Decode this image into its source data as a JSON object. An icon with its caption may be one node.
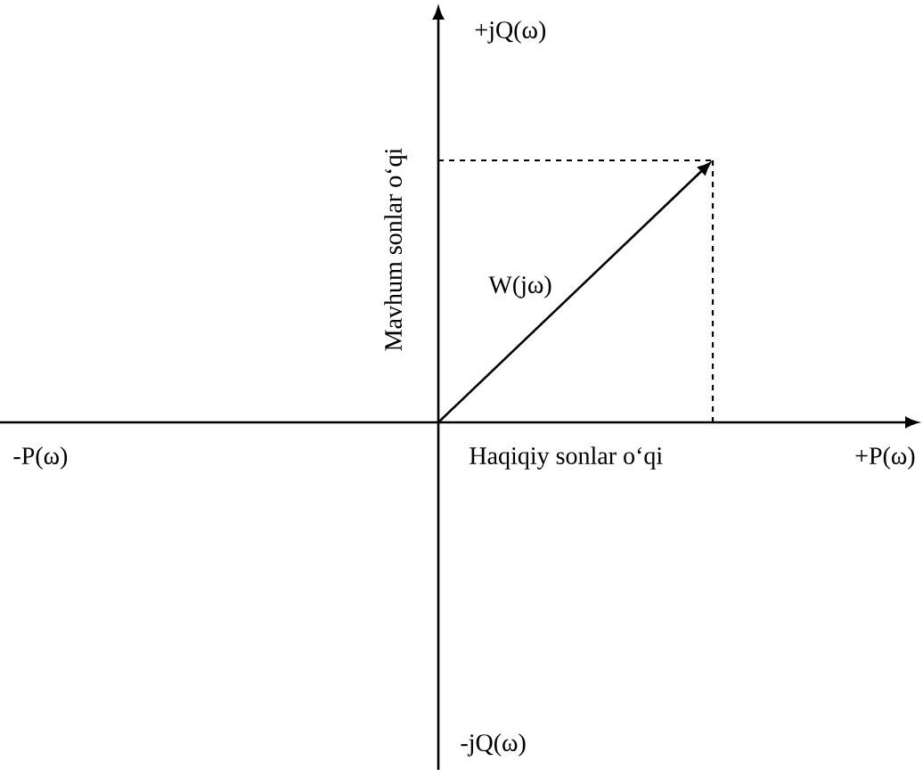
{
  "diagram": {
    "labels": [
      "+jQ(ω)",
      "Mavhum sonlar o‘qi",
      "W(jω)",
      "-P(ω)",
      "Haqiqiy sonlar o‘qi",
      "+P(ω)",
      "-jQ(ω)"
    ]
  }
}
